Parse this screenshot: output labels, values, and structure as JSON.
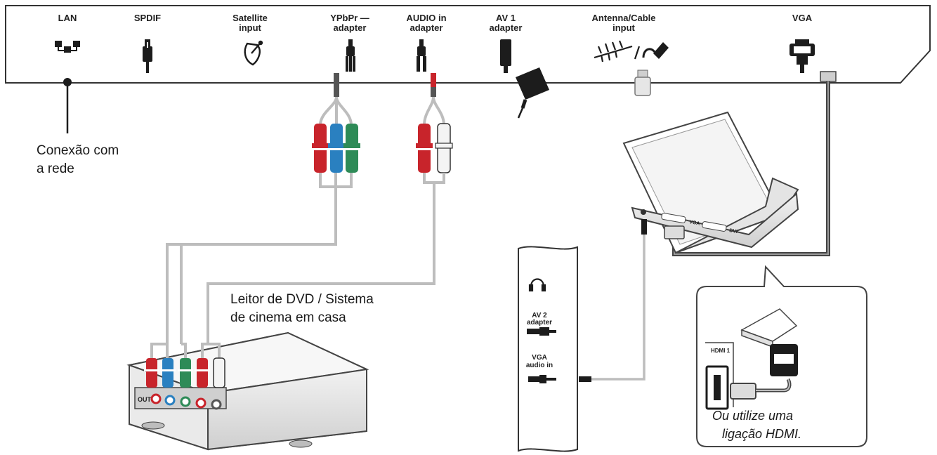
{
  "panel": {
    "ports": [
      {
        "id": "lan",
        "line1": "LAN",
        "line2": ""
      },
      {
        "id": "spdif",
        "line1": "SPDIF",
        "line2": ""
      },
      {
        "id": "satellite",
        "line1": "Satellite",
        "line2": "input"
      },
      {
        "id": "ypbpr",
        "line1": "YPbPr —",
        "line2": "adapter"
      },
      {
        "id": "audio-in",
        "line1": "AUDIO in",
        "line2": "adapter"
      },
      {
        "id": "av1",
        "line1": "AV 1",
        "line2": "adapter"
      },
      {
        "id": "antenna",
        "line1": "Antenna/Cable",
        "line2": "input"
      },
      {
        "id": "vga",
        "line1": "VGA",
        "line2": ""
      }
    ]
  },
  "captions": {
    "network": {
      "line1": "Conexão com",
      "line2": "a rede"
    },
    "dvd": {
      "line1": "Leitor de DVD / Sistema",
      "line2": "de cinema em casa"
    },
    "hdmi_note": {
      "line1": "Ou utilize uma",
      "line2": "ligação HDMI."
    }
  },
  "side_panel": {
    "av2": {
      "line1": "AV 2",
      "line2": "adapter"
    },
    "vga_audio": {
      "line1": "VGA",
      "line2": "audio in"
    }
  },
  "laptop_ports": {
    "vga": "VGA",
    "dvi": "DVI"
  },
  "dvd_port_label": "OUT",
  "hdmi_port_label": "HDMI 1",
  "colors": {
    "red": "#c8242b",
    "blue": "#2a80c0",
    "green": "#2e8b57",
    "white": "#eeeeee",
    "cable": "#bdbdbd",
    "dark": "#1c1c1c"
  }
}
